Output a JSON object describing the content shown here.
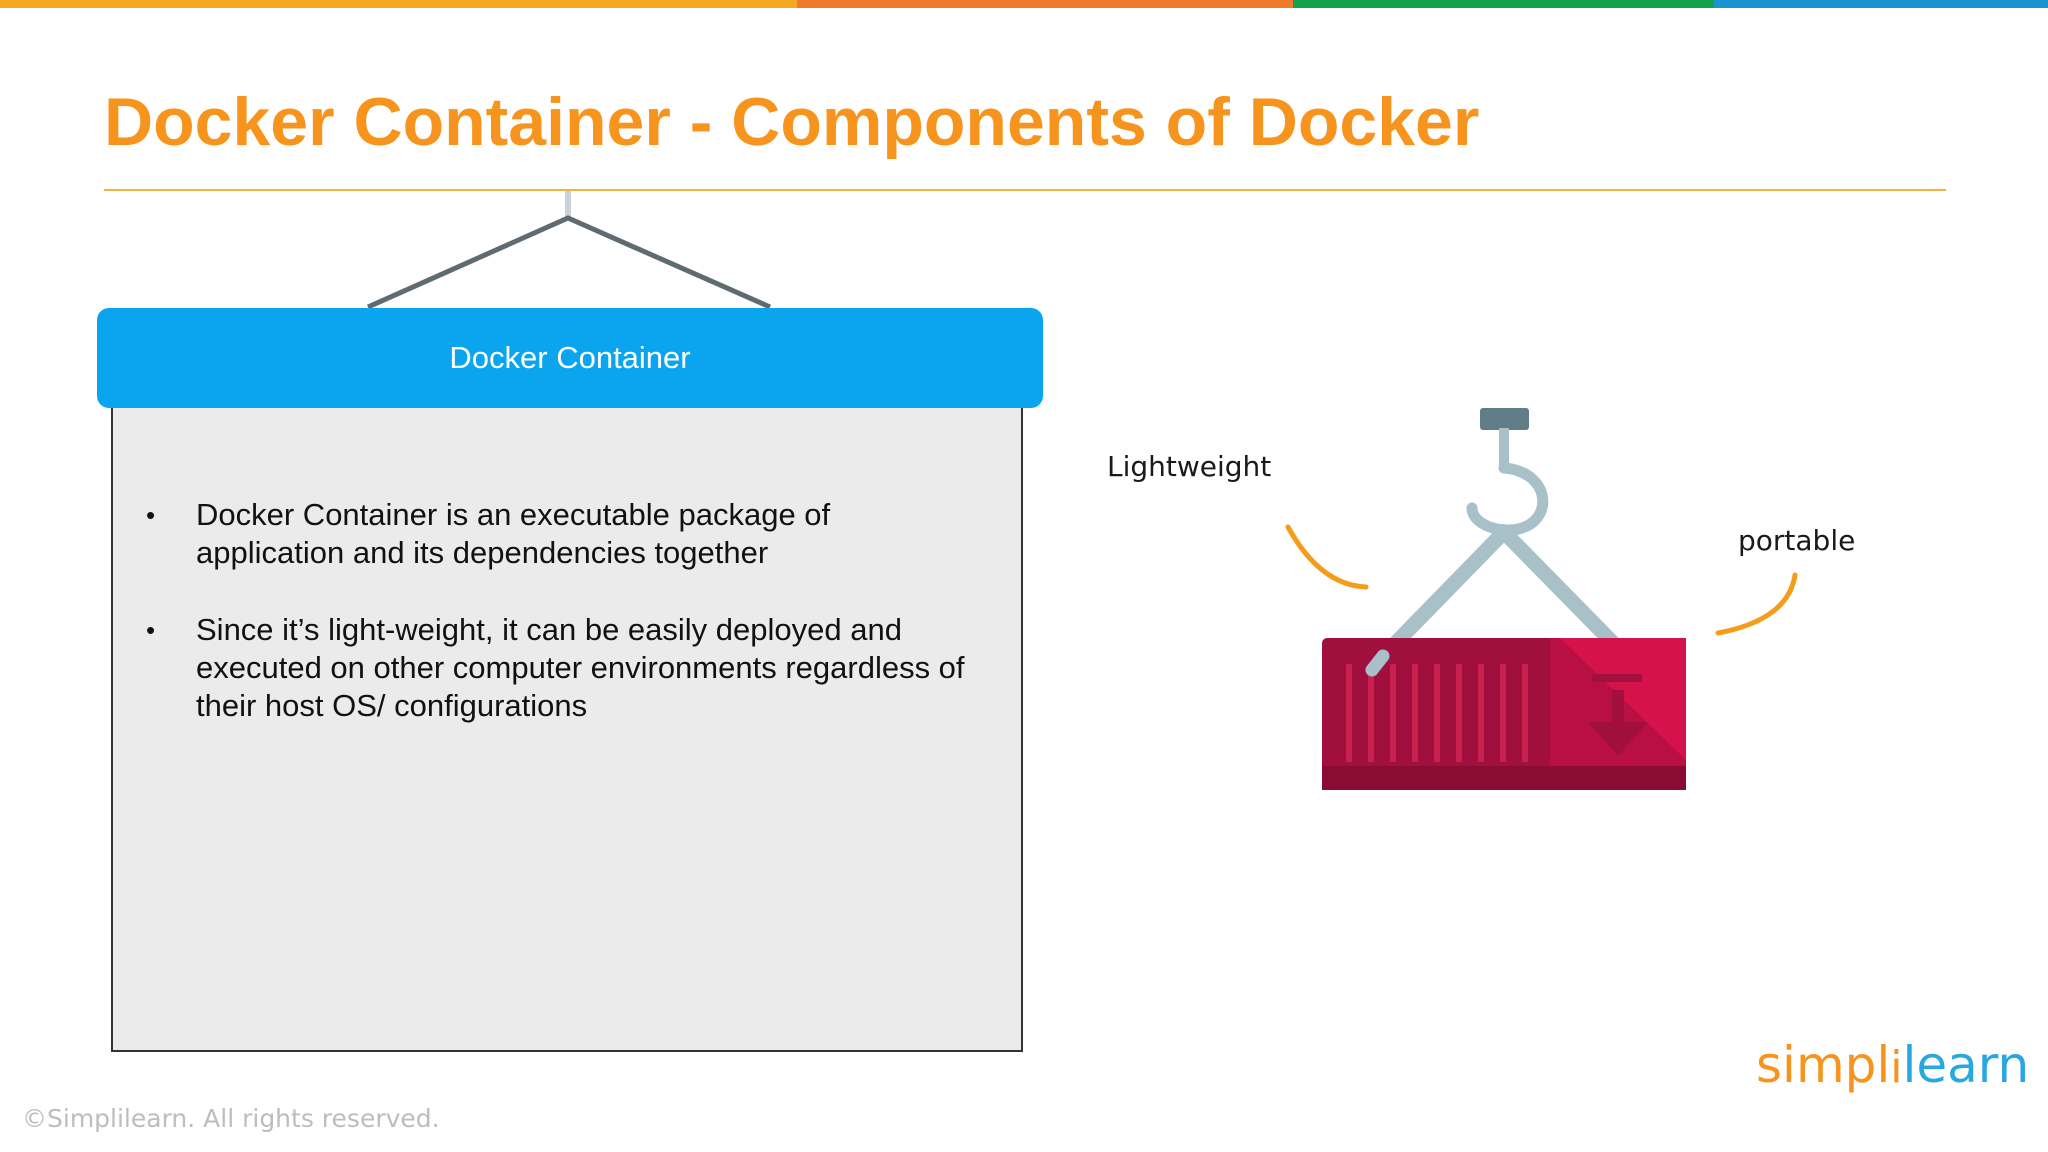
{
  "colors": {
    "bar_orange": "#F7A823",
    "bar_red_orange": "#F07A2C",
    "bar_green": "#13A24A",
    "bar_blue": "#1C92D2",
    "title_orange": "#F7941D",
    "header_blue": "#0AA5EE",
    "panel_gray": "#EBEBEB",
    "container_crimson": "#A00F3D",
    "container_pink": "#D6124A",
    "crane_steel": "#A8C0C8",
    "crane_dark": "#607D88"
  },
  "slide": {
    "title": "Docker Container - Components of Docker"
  },
  "panel": {
    "header": "Docker Container",
    "bullets": [
      {
        "marker": "•",
        "text": "Docker Container is an executable package of application and its dependencies together"
      },
      {
        "marker": "•",
        "text": "Since it’s light-weight, it can be easily deployed and executed on other computer environments regardless of their host OS/ configurations"
      }
    ]
  },
  "illustration": {
    "label_left": "Lightweight",
    "label_right": "portable",
    "icon": "hanging-shipping-container-icon"
  },
  "footer": {
    "copyright": "©Simplilearn. All rights reserved.",
    "logo_part1": "simpl",
    "logo_part2": "i",
    "logo_part3": "learn"
  }
}
